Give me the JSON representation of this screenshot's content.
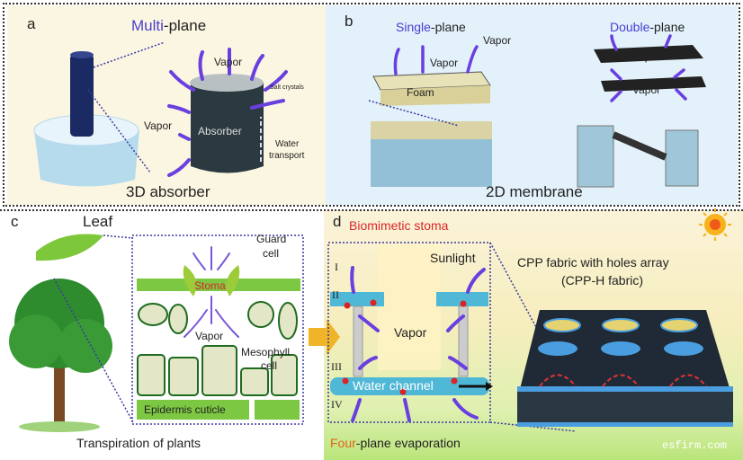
{
  "panel_a": {
    "letter": "a",
    "title_highlight": "Multi-plane",
    "vapor_top": "Vapor",
    "salt": "Salt crystals",
    "vapor_side": "Vapor",
    "absorber": "Absorber",
    "water_transport_1": "Water",
    "water_transport_2": "transport",
    "caption": "3D absorber"
  },
  "panel_b": {
    "letter": "b",
    "single_plane": "Single-plane",
    "double_plane": "Double-plane",
    "vapor_1": "Vapor",
    "vapor_2": "Vapor",
    "foam": "Foam",
    "vapor_3": "Vapor",
    "vapor_4": "Vapor",
    "caption": "2D membrane"
  },
  "panel_c": {
    "letter": "c",
    "leaf": "Leaf",
    "guard_cell_1": "Guard",
    "guard_cell_2": "cell",
    "stoma": "Stoma",
    "vapor": "Vapor",
    "mesophyll_1": "Mesophyll",
    "mesophyll_2": "cell",
    "epidermis": "Epidermis cuticle",
    "caption": "Transpiration of plants"
  },
  "panel_d": {
    "letter": "d",
    "title": "Biomimetic stoma",
    "sunlight": "Sunlight",
    "plane_1": "I",
    "plane_2": "II",
    "plane_3": "III",
    "plane_4": "IV",
    "vapor": "Vapor",
    "water_channel": "Water channel",
    "fabric_title_1": "CPP fabric with holes array",
    "fabric_title_2": "(CPP-H fabric)",
    "caption_highlight": "Four",
    "caption_rest": "-plane evaporation"
  },
  "watermark": "esfirm.com",
  "colors": {
    "highlight_blue": "#4a3fd1",
    "highlight_red": "#d9262b",
    "highlight_orange": "#e0651a",
    "vapor_arrow": "#6a3fe0"
  }
}
